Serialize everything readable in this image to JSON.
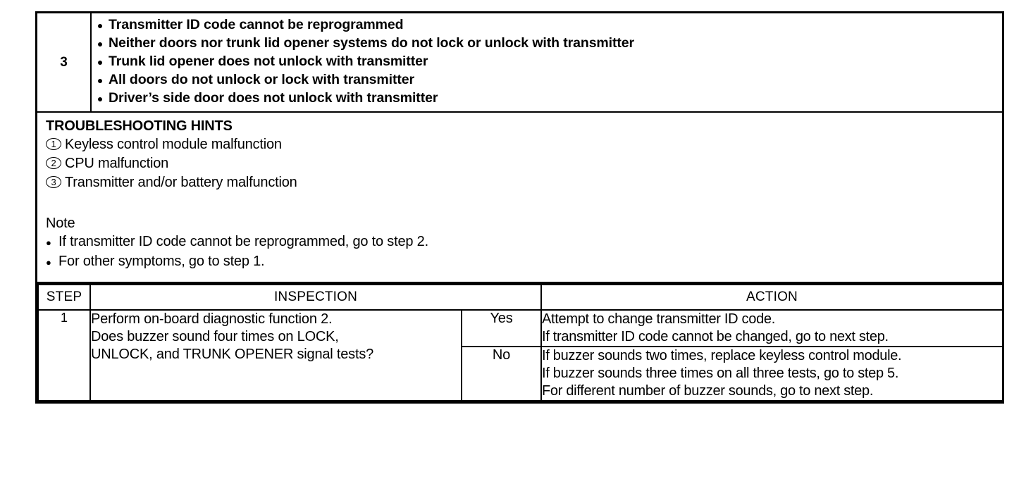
{
  "symptom_block": {
    "number": "3",
    "bullet_glyph": "●",
    "items": [
      "Transmitter ID code cannot be reprogrammed",
      "Neither doors nor trunk lid opener systems do not lock or unlock with transmitter",
      "Trunk lid opener does not unlock with transmitter",
      "All doors do not unlock or lock with transmitter",
      "Driver’s side door does not unlock with transmitter"
    ]
  },
  "hints_block": {
    "title": "TROUBLESHOOTING HINTS",
    "items": [
      {
        "num": "1",
        "text": "Keyless control module malfunction"
      },
      {
        "num": "2",
        "text": "CPU malfunction"
      },
      {
        "num": "3",
        "text": "Transmitter and/or battery malfunction"
      }
    ],
    "note_label": "Note",
    "note_bullet_glyph": "●",
    "notes": [
      "If transmitter ID code cannot be reprogrammed, go to step 2.",
      "For other symptoms, go to step 1."
    ]
  },
  "procedure_table": {
    "headers": {
      "step": "STEP",
      "inspection": "INSPECTION",
      "action": "ACTION"
    },
    "rows": [
      {
        "step": "1",
        "inspection": "Perform on-board diagnostic function 2. Does buzzer sound four times on LOCK, UNLOCK, and TRUNK OPENER signal tests?",
        "inspection_lines": [
          "Perform on-board diagnostic function 2.",
          "Does buzzer sound four times on LOCK,",
          "UNLOCK, and TRUNK OPENER signal tests?"
        ],
        "branches": [
          {
            "answer": "Yes",
            "action_lines": [
              "Attempt to change transmitter ID code.",
              "If transmitter ID code cannot be changed, go to next step."
            ]
          },
          {
            "answer": "No",
            "action_lines": [
              "If buzzer sounds two times, replace keyless control module.",
              "If buzzer sounds three times on all three tests, go to step 5.",
              "For different number of buzzer sounds, go to next step."
            ]
          }
        ]
      }
    ]
  }
}
